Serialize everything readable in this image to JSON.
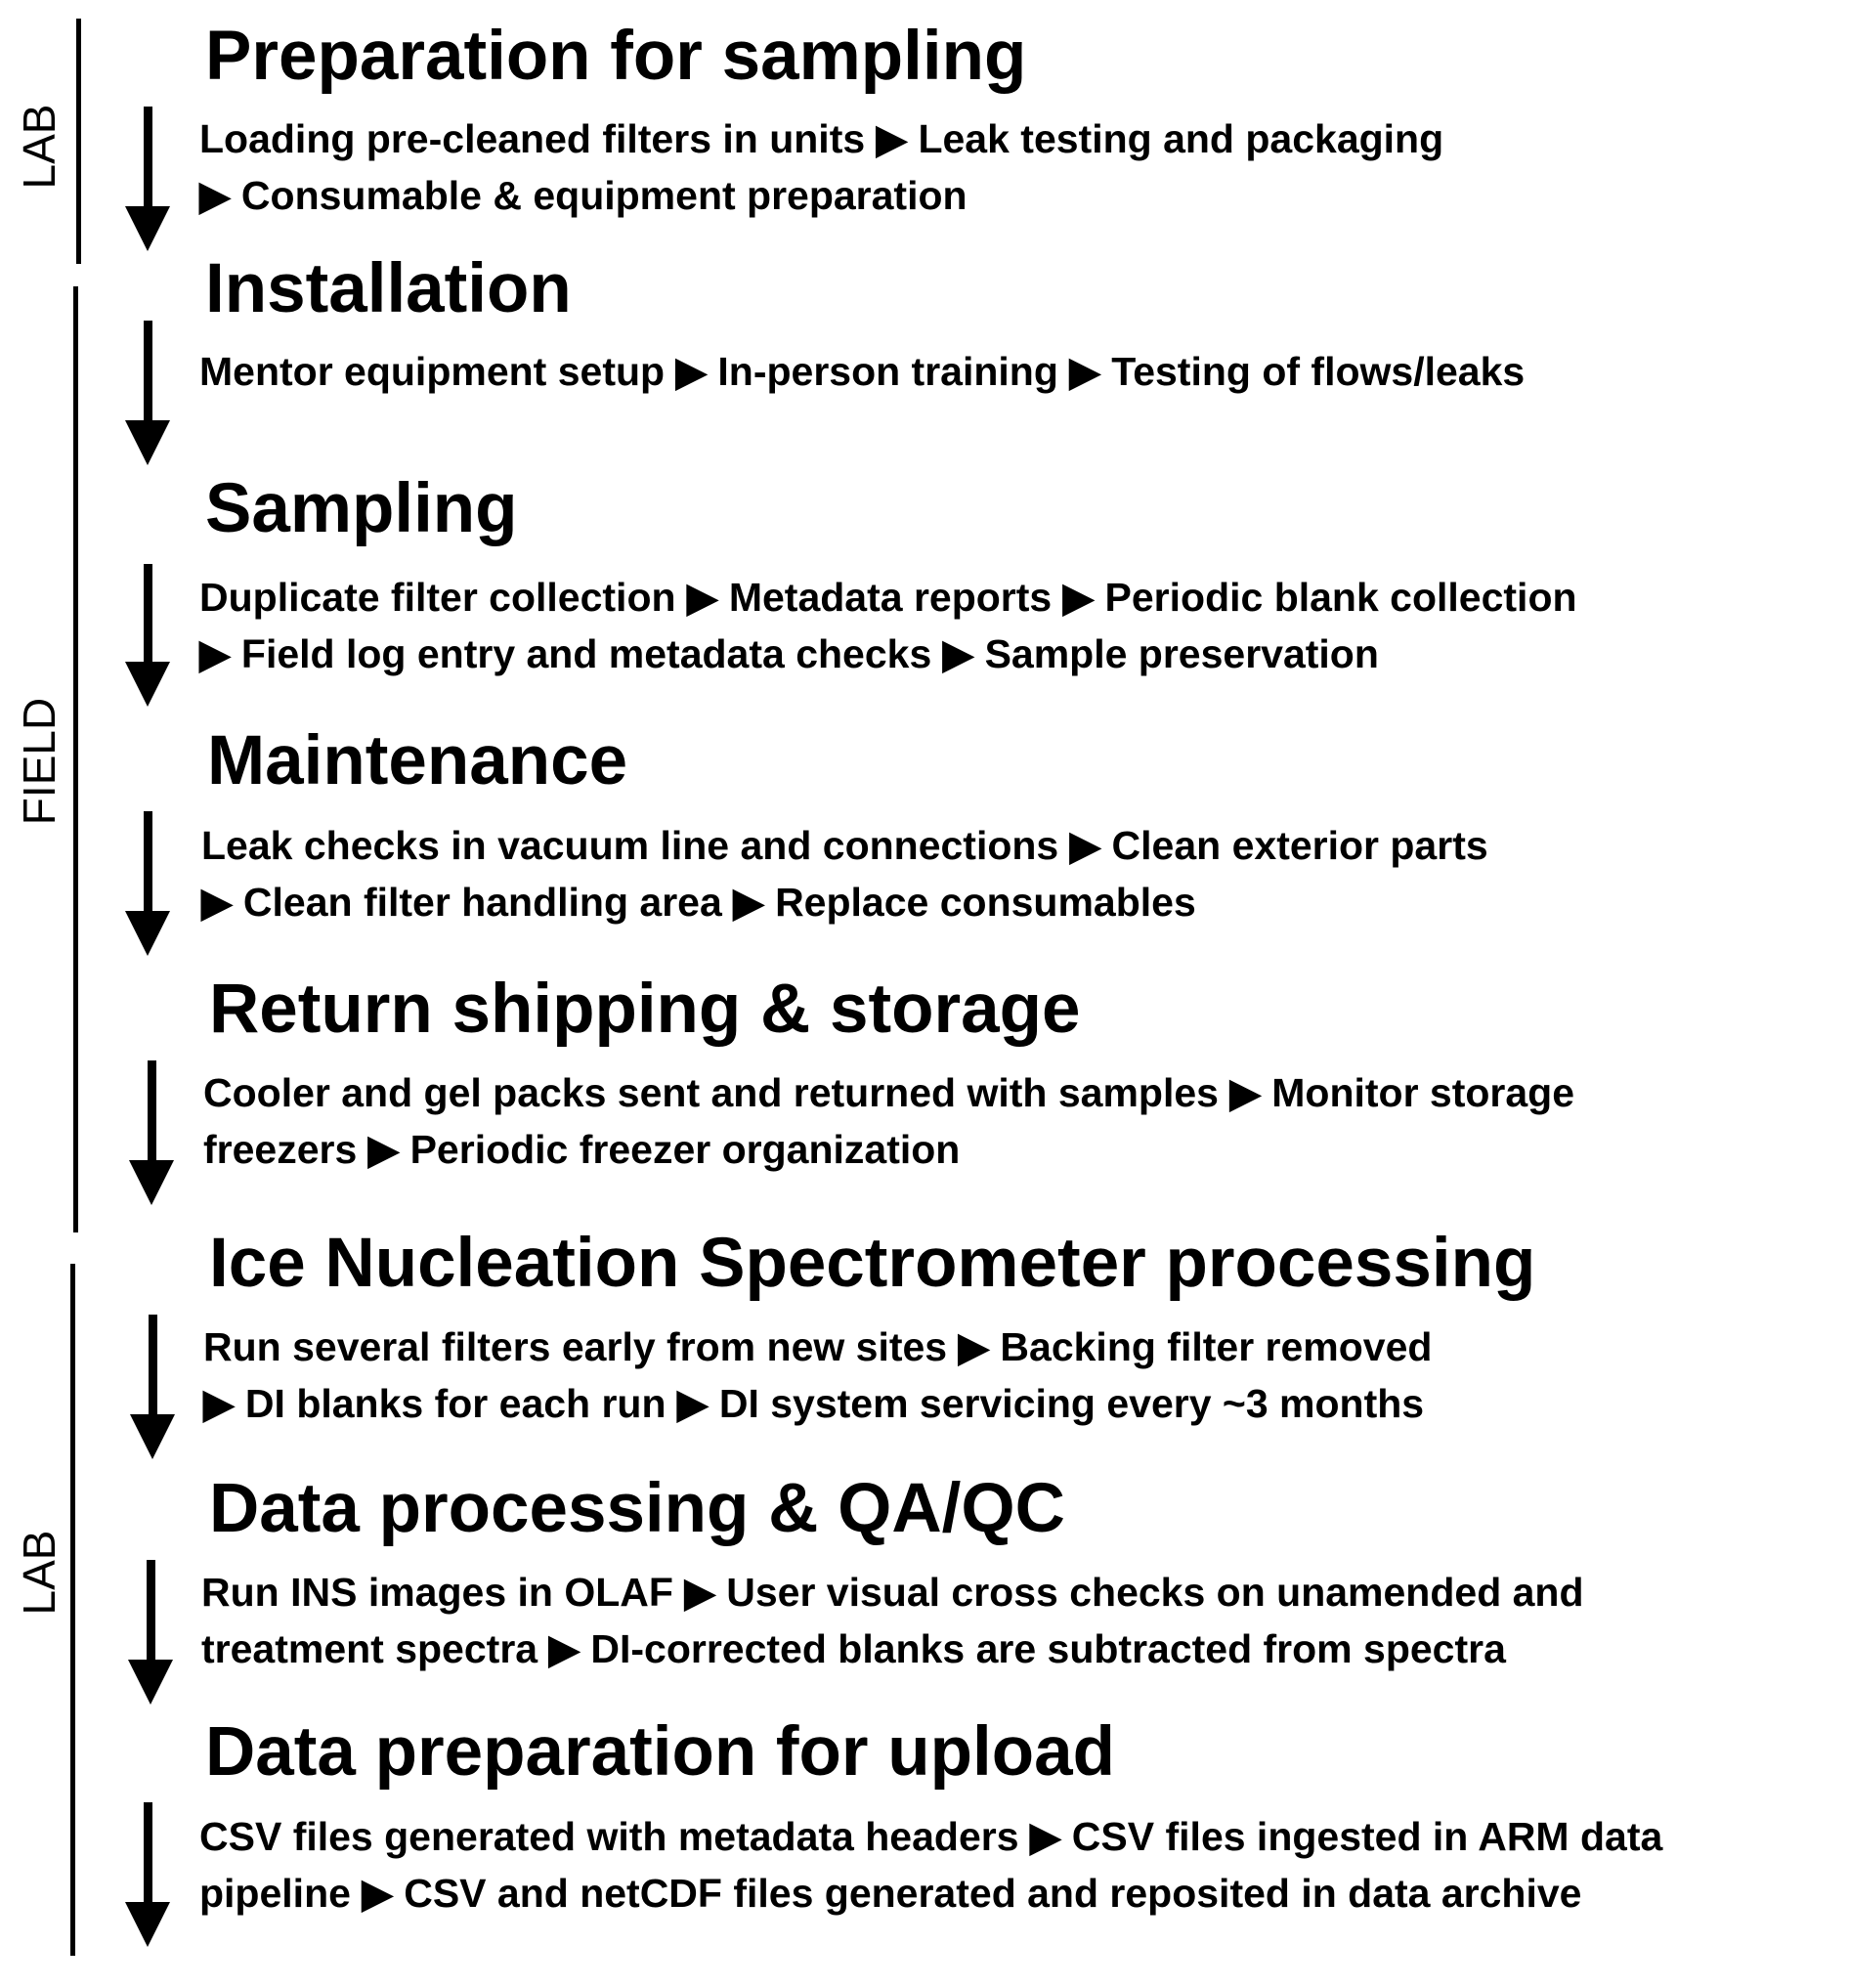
{
  "phases": {
    "lab1": "LAB",
    "field": "FIELD",
    "lab2": "LAB"
  },
  "steps": [
    {
      "title": "Preparation for sampling",
      "lines": [
        "Loading pre-cleaned filters in units ▶ Leak testing and packaging",
        "▶ Consumable & equipment preparation"
      ]
    },
    {
      "title": "Installation",
      "lines": [
        "Mentor equipment setup ▶ In-person training ▶ Testing of flows/leaks"
      ]
    },
    {
      "title": "Sampling",
      "lines": [
        "Duplicate filter collection ▶ Metadata reports ▶ Periodic blank collection",
        "▶ Field log entry and metadata checks ▶ Sample preservation"
      ]
    },
    {
      "title": "Maintenance",
      "lines": [
        "Leak checks in vacuum line and connections ▶ Clean exterior parts",
        "▶ Clean filter handling area ▶ Replace consumables"
      ]
    },
    {
      "title": "Return shipping & storage",
      "lines": [
        "Cooler and gel packs sent and returned with samples ▶ Monitor storage",
        "freezers ▶ Periodic freezer organization"
      ]
    },
    {
      "title": "Ice Nucleation Spectrometer processing",
      "lines": [
        "Run several filters early from new sites ▶ Backing filter removed",
        "▶ DI blanks for each run ▶ DI system servicing every ~3 months"
      ]
    },
    {
      "title": "Data processing & QA/QC",
      "lines": [
        "Run INS images in OLAF ▶ User visual cross checks on unamended and",
        "treatment spectra ▶ DI-corrected blanks are subtracted from spectra"
      ]
    },
    {
      "title": "Data preparation for upload",
      "lines": [
        "CSV files generated with metadata headers ▶ CSV files ingested in ARM data",
        "pipeline ▶ CSV and netCDF files generated and reposited in data archive"
      ]
    }
  ]
}
